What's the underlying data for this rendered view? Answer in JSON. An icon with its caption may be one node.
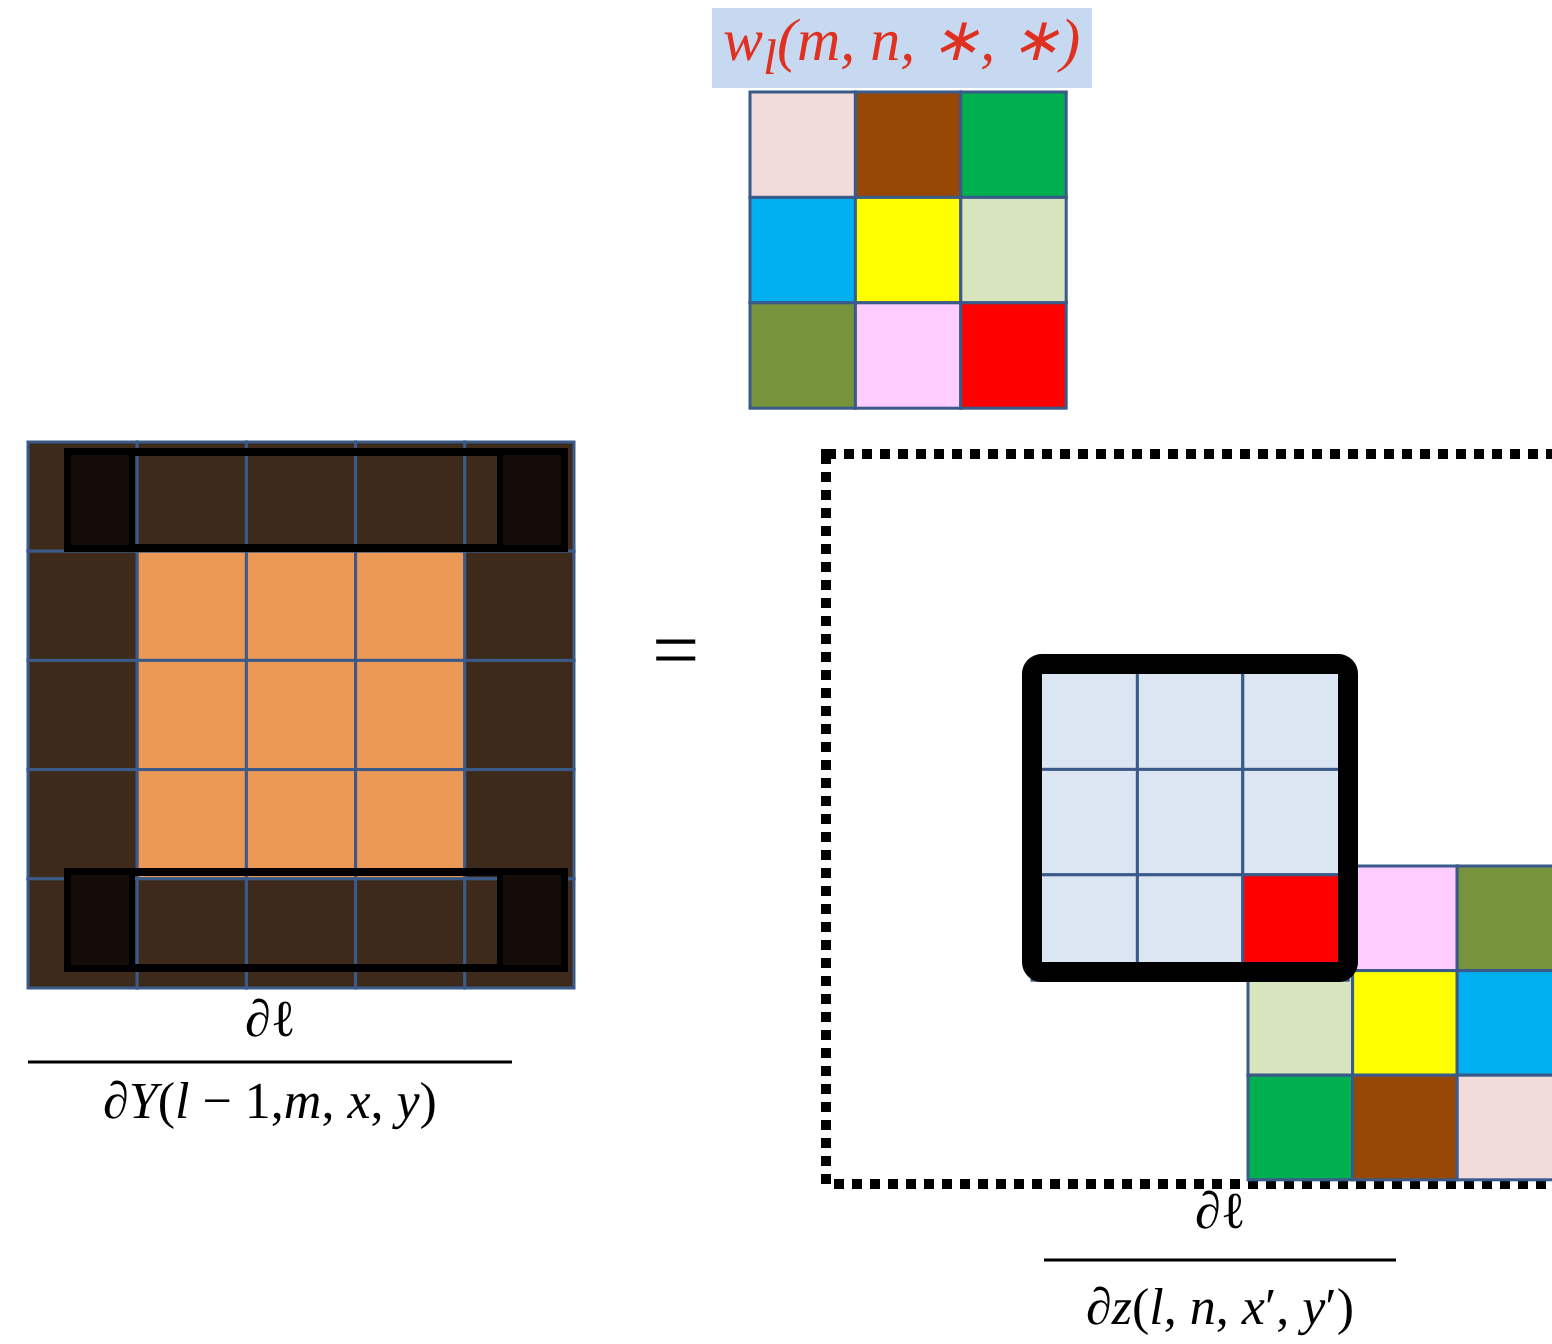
{
  "diagram": {
    "labels": [
      "*w*$_{l}$(*m*, *n*, ∗, ∗)",
      "∂ℓ",
      "∂*Y*(*l* − 1,*m*, *x*, *y*)",
      "=",
      "∂ℓ",
      "∂*z*(*l*, *n*, *x*′, *y*′)"
    ]
  }
}
